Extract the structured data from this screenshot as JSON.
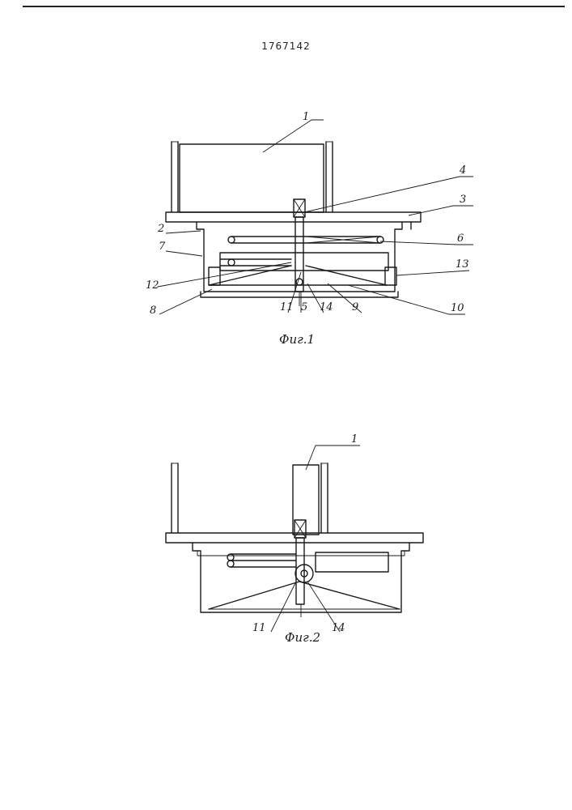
{
  "document": {
    "patent_number": "1767142"
  },
  "figures": [
    {
      "caption": "Фиг.1",
      "labels": [
        "1",
        "2",
        "3",
        "4",
        "5",
        "6",
        "7",
        "8",
        "9",
        "10",
        "11",
        "12",
        "13",
        "14"
      ]
    },
    {
      "caption": "Фиг.2",
      "labels": [
        "1",
        "11",
        "14"
      ]
    }
  ],
  "colors": {
    "ink": "#1a1a1a",
    "paper": "#ffffff"
  }
}
